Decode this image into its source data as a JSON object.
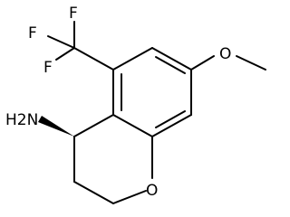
{
  "molecule": {
    "atoms": {
      "f_top": "F",
      "f_left": "F",
      "f_bottom": "F",
      "amine": "H2N",
      "ring_oxygen": "O",
      "methoxy_oxygen": "O"
    },
    "colors": {
      "bond": "#000000",
      "background": "#ffffff"
    }
  }
}
